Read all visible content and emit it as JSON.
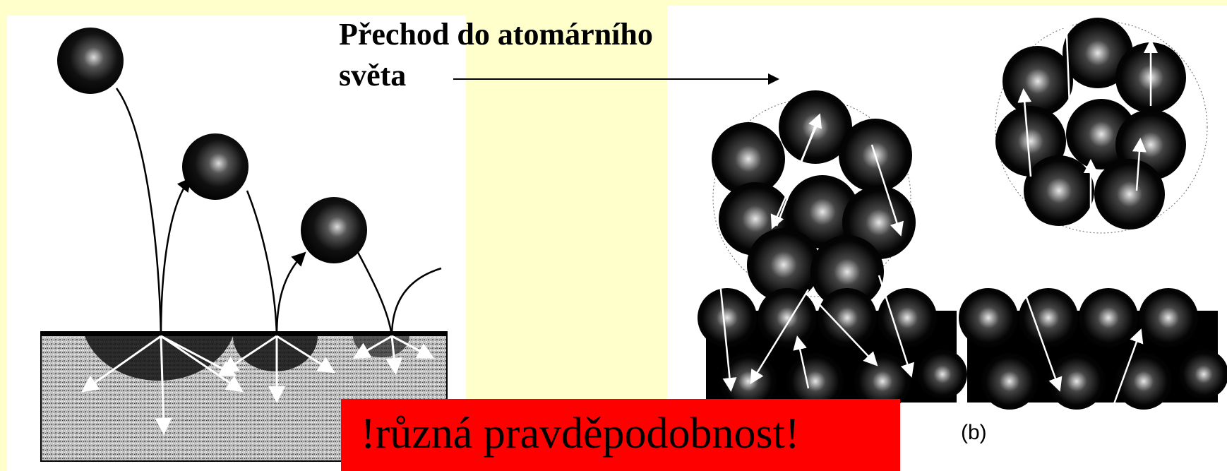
{
  "title": {
    "line1": "Přechod do atomárního",
    "line2": "světa"
  },
  "banner": {
    "text": "!různá pravděpodobnost!",
    "color": "#ff0000"
  },
  "panel_label": "(b)",
  "colors": {
    "background": "#ffffcc",
    "panel": "#ffffff",
    "ball": "#000000",
    "arrow": "#ffffff"
  }
}
